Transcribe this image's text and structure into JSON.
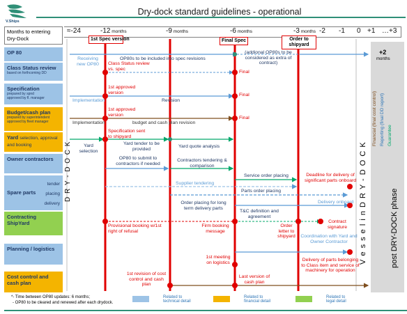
{
  "header": {
    "title": "Dry-dock standard guidelines - operational",
    "logo_text": "V.Ships",
    "months_label": "Months to entering Dry-Dock"
  },
  "months": [
    {
      "label": "≈-24",
      "unit": ""
    },
    {
      "label": "-12",
      "unit": " months"
    },
    {
      "label": "-9",
      "unit": " months"
    },
    {
      "label": "-6",
      "unit": " months"
    },
    {
      "label": "-3",
      "unit": " months"
    },
    {
      "label": "-2",
      "unit": ""
    },
    {
      "label": "-1",
      "unit": ""
    },
    {
      "label": "0",
      "unit": ""
    },
    {
      "label": "+1",
      "unit": ""
    },
    {
      "label": "…+3",
      "unit": ""
    }
  ],
  "milestones": {
    "first_spec": "1st Spec version",
    "final_spec": "Final Spec",
    "order_shipyard": "Order to shipyard"
  },
  "rows": {
    "op80": "OP 80",
    "class_status": "Class Status review",
    "class_status_sub": "based on forthcoming DD",
    "specification": "Specification",
    "specification_sub1": "prepared by spnd",
    "specification_sub2": "approved by fl. manager",
    "budget": "Budget/cash plan",
    "budget_sub1": "prepared by superintendent",
    "budget_sub2": "approved by fleet manager",
    "yard": "Yard",
    "yard_sm": "selection, approval and booking",
    "owner": "Owner contractors",
    "spare": "Spare parts",
    "spare_tender": "tender",
    "spare_placing": "placing",
    "spare_delivery": "delivery",
    "contracting": "Contracting ShipYard",
    "planning": "Planning / logistics",
    "cost": "Cost control and cash plan"
  },
  "annotations": {
    "receiving_op80": "Receiving new OP80",
    "op80_included": "OP80s to be included into spec revisions",
    "op80_additional": "(addional  OP80s to be considered as extra of contract)",
    "plus2": "+2",
    "plus2_unit": "months",
    "class_results": "Class Status review vs. spec",
    "final1": "Final",
    "first_approved": "1st approved version",
    "implementation": "Implementation",
    "revision": "Revision",
    "final2": "Final",
    "first_approved2": "1st approved version",
    "implementation2": "Implementation",
    "budget_revision": "budget and cash plan revision",
    "final3": "Final",
    "spec_sent": "Specification sent to shipyard",
    "yard_selection": "Yard selection",
    "yard_tender": "Yard tender to be provided",
    "yard_quote": "Yard quote analysis",
    "op80_submit": "OP80 to submit to contractors if needed",
    "contractors_tendering": "Contractors tendering & comparison",
    "service_order": "Service order placing",
    "deadline_delivery": "Deadline for delivery of significant parts onboard",
    "supplier_tendering": "Supplier tendering",
    "parts_order": "Parts order placing",
    "order_long_term": "Order placing for long term delivery parts",
    "delivery_onboard": "Delivery onboard",
    "tc_definition": "T&C definition and agreement",
    "provisional_booking": "Provisional booking w/1st right of refusal",
    "firm_booking": "Firm booking message",
    "order_letter": "Order letter to shipyard",
    "contract_signature": "Contract signature",
    "coordination": "Coordination with Yard and Owner Contractor",
    "first_meeting": "1st meeting on logistics",
    "delivery_parts_class": "Delivery of parts belonging to Class item and service of machinery for operation",
    "first_revision_cost": "1st revision of cost control and cash plan",
    "last_version_cash": "Last version of cash plan"
  },
  "vertical_labels": {
    "dry_dock_left": "D R Y - D O C K",
    "vessel_dry_dock": "V e s s e l   i n   D R Y - D O C K",
    "post_phase": "post DRY-DOCK phase",
    "financial": "Financial (final cost control)",
    "reporting": "Reporting (final DD report)",
    "guarantee": "Guarantee"
  },
  "footnote": {
    "line1": "*- Time between OP80 updates: 6 months;",
    "line2": "- OP80 to be cleared and renewed after each drydock."
  },
  "legend": [
    {
      "label": "Related to technical detail",
      "color": "#9dc3e6"
    },
    {
      "label": "Related to financial detail",
      "color": "#f4b400"
    },
    {
      "label": "Related to legal detail",
      "color": "#92d050"
    }
  ],
  "colors": {
    "milestone_red": "#e00000",
    "teal": "#2f8f77",
    "blue_arrow": "#5b9bd5",
    "green_arrow": "#00a86b"
  }
}
